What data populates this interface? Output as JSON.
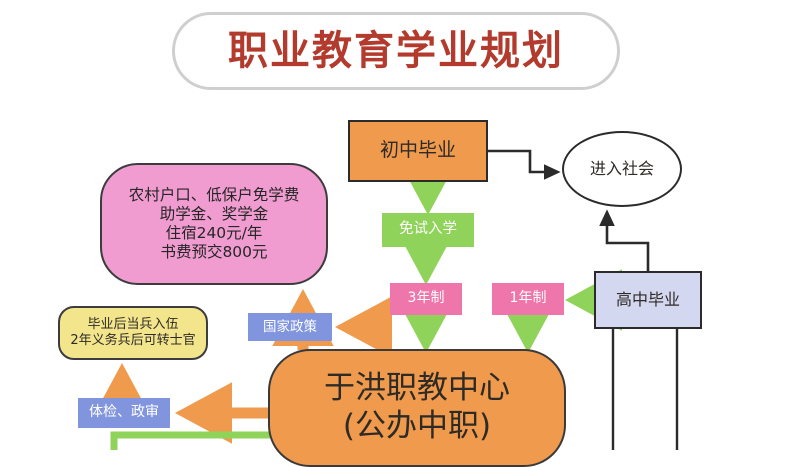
{
  "page": {
    "title": "职业教育学业规划",
    "type": "flowchart"
  },
  "title_banner": {
    "text": "职业教育学业规划",
    "color": "#b23b2e"
  },
  "nodes": {
    "benefits": {
      "label": "农村户口、低保户免学费\n助学金、奖学金\n住宿240元/年\n书费预交800元",
      "color": "#f09cd0"
    },
    "junior_grad": {
      "label": "初中毕业",
      "color": "#ef9a4d"
    },
    "enter_society": {
      "label": "进入社会",
      "color": "#ffffff"
    },
    "exam_free": {
      "label": "免试入学",
      "color": "#8fd35a"
    },
    "three_year": {
      "label": "3年制",
      "color": "#ee76ab"
    },
    "one_year": {
      "label": "1年制",
      "color": "#ee76ab"
    },
    "senior_grad": {
      "label": "高中毕业",
      "color": "#d3d7ef"
    },
    "policy": {
      "label": "国家政策",
      "color": "#8095dd"
    },
    "army": {
      "label": "毕业后当兵入伍\n2年义务兵后可转士官",
      "color": "#f2e58c"
    },
    "medical": {
      "label": "体检、政审",
      "color": "#8095dd"
    },
    "center": {
      "label": "于洪职教中心\n(公办中职)",
      "color": "#ef9a4d"
    }
  },
  "edges": [
    {
      "name": "junior-grad-to-enter-society",
      "from": "junior_grad",
      "to": "enter_society",
      "color": "#2b2b2b"
    },
    {
      "name": "junior-grad-to-exam-free",
      "from": "junior_grad",
      "to": "exam_free",
      "color": "#8fd35a"
    },
    {
      "name": "exam-free-to-three-year",
      "from": "exam_free",
      "to": "three_year",
      "color": "#8fd35a"
    },
    {
      "name": "three-year-to-center",
      "from": "three_year",
      "to": "center",
      "color": "#8fd35a"
    },
    {
      "name": "one-year-to-center",
      "from": "one_year",
      "to": "center",
      "color": "#8fd35a"
    },
    {
      "name": "senior-grad-to-one-year",
      "from": "senior_grad",
      "to": "one_year",
      "color": "#8fd35a"
    },
    {
      "name": "senior-grad-to-enter-society",
      "from": "senior_grad",
      "to": "enter_society",
      "color": "#2b2b2b"
    },
    {
      "name": "center-to-benefits",
      "from": "center",
      "to": "benefits",
      "color": "#ef9a4d"
    },
    {
      "name": "center-to-policy",
      "from": "center",
      "to": "policy",
      "color": "#ef9a4d"
    },
    {
      "name": "center-to-medical",
      "from": "center",
      "to": "medical",
      "color": "#ef9a4d"
    },
    {
      "name": "medical-to-army",
      "from": "medical",
      "to": "army",
      "color": "#ef9a4d"
    },
    {
      "name": "center-bottom-green",
      "from": "center",
      "to": "offscreen",
      "color": "#8fd35a"
    },
    {
      "name": "senior-grad-down-left",
      "from": "senior_grad",
      "to": "offscreen",
      "color": "#2b2b2b"
    },
    {
      "name": "senior-grad-down-right",
      "from": "senior_grad",
      "to": "offscreen",
      "color": "#2b2b2b"
    }
  ],
  "colors": {
    "orange": "#ef9a4d",
    "green": "#8fd35a",
    "pink_light": "#f09cd0",
    "pink_dark": "#ee76ab",
    "blue": "#8095dd",
    "lavender": "#d3d7ef",
    "yellow": "#f2e58c",
    "title_red": "#b23b2e",
    "outline": "#2b2b2b"
  }
}
